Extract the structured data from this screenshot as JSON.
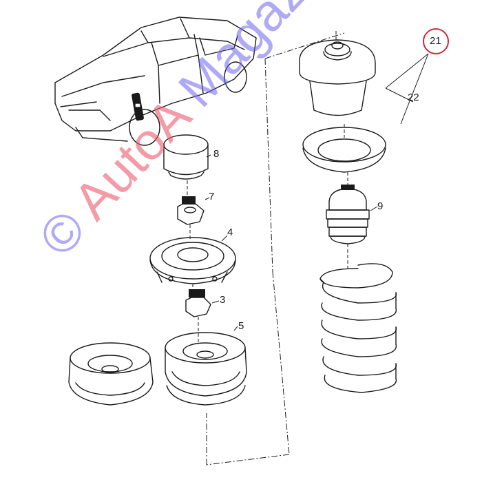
{
  "callouts": {
    "c21": "21",
    "c22": "22",
    "c9": "9",
    "c8": "8",
    "c7": "7",
    "c4": "4",
    "c3": "3",
    "c5": "5"
  },
  "watermark": {
    "copyright": "©",
    "autoa": "AutoA",
    "magazin": " Magazin"
  },
  "colors": {
    "line": "#1a1a1a",
    "callout_circle": "#d0283a",
    "watermark_blue": "#6e64f0",
    "watermark_red": "#eb5a6e"
  }
}
